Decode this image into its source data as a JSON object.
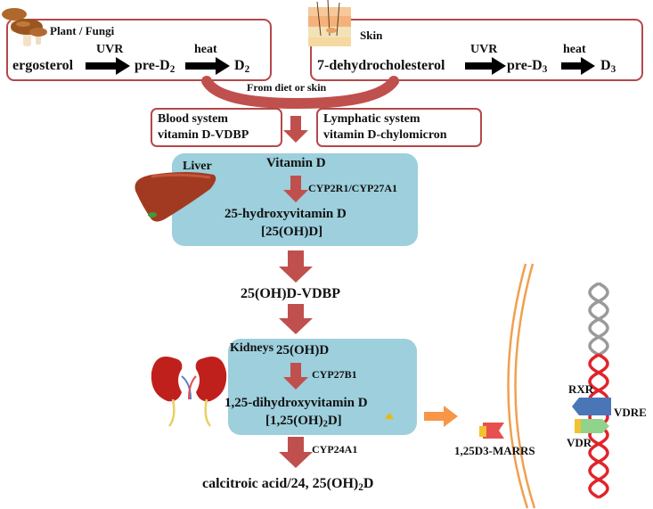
{
  "colors": {
    "box_border": "#b5484a",
    "organ_panel": "#9dcfdc",
    "arrow_red": "#c0504d",
    "arrow_orange": "#f79646",
    "membrane": "#f0a050",
    "dna_red": "#e0242c",
    "dna_grey": "#9a9a9a",
    "rxr": "#4a76b8",
    "vdr": "#8fd48a",
    "vdr_tab": "#f2c230",
    "marrs": "#e85050"
  },
  "icons": {
    "plant": "mushroom-icon",
    "skin": "skin-icon",
    "liver": "liver-icon",
    "kidney": "kidney-icon",
    "dna": "dna-helix-icon"
  },
  "plant_box": {
    "title": "Plant / Fungi",
    "substrate": "ergosterol",
    "arrow1_label": "UVR",
    "intermediate": "pre-D",
    "intermediate_sub": "2",
    "arrow2_label": "heat",
    "product": "D",
    "product_sub": "2"
  },
  "skin_box": {
    "title": "Skin",
    "substrate": "7-dehydrocholesterol",
    "arrow1_label": "UVR",
    "intermediate": "pre-D",
    "intermediate_sub": "3",
    "arrow2_label": "heat",
    "product": "D",
    "product_sub": "3"
  },
  "merge_label": "From diet or skin",
  "blood_box": {
    "line1": "Blood system",
    "line2": "vitamin D-VDBP"
  },
  "lymph_box": {
    "line1": "Lymphatic system",
    "line2": "vitamin D-chylomicron"
  },
  "liver_panel": {
    "label": "Liver",
    "input": "Vitamin D",
    "enzyme": "CYP2R1/CYP27A1",
    "product_line1": "25-hydroxyvitamin D",
    "product_line2": "[25(OH)D]"
  },
  "transport_label": "25(OH)D-VDBP",
  "kidney_panel": {
    "label": "Kidneys",
    "input": "25(OH)D",
    "enzyme": "CYP27B1",
    "product_line1": "1,25-dihydroxyvitamin D",
    "product_line2_a": "[1,25(OH)",
    "product_line2_sub": "2",
    "product_line2_b": "D]"
  },
  "degradation": {
    "enzyme": "CYP24A1",
    "product_a": "calcitroic acid/24, 25(OH)",
    "product_sub": "2",
    "product_b": "D"
  },
  "membrane_receptor_label": "1,25D3-MARRS",
  "nuclear": {
    "rxr_label": "RXR",
    "vdr_label": "VDR",
    "vdre_label": "VDRE"
  }
}
